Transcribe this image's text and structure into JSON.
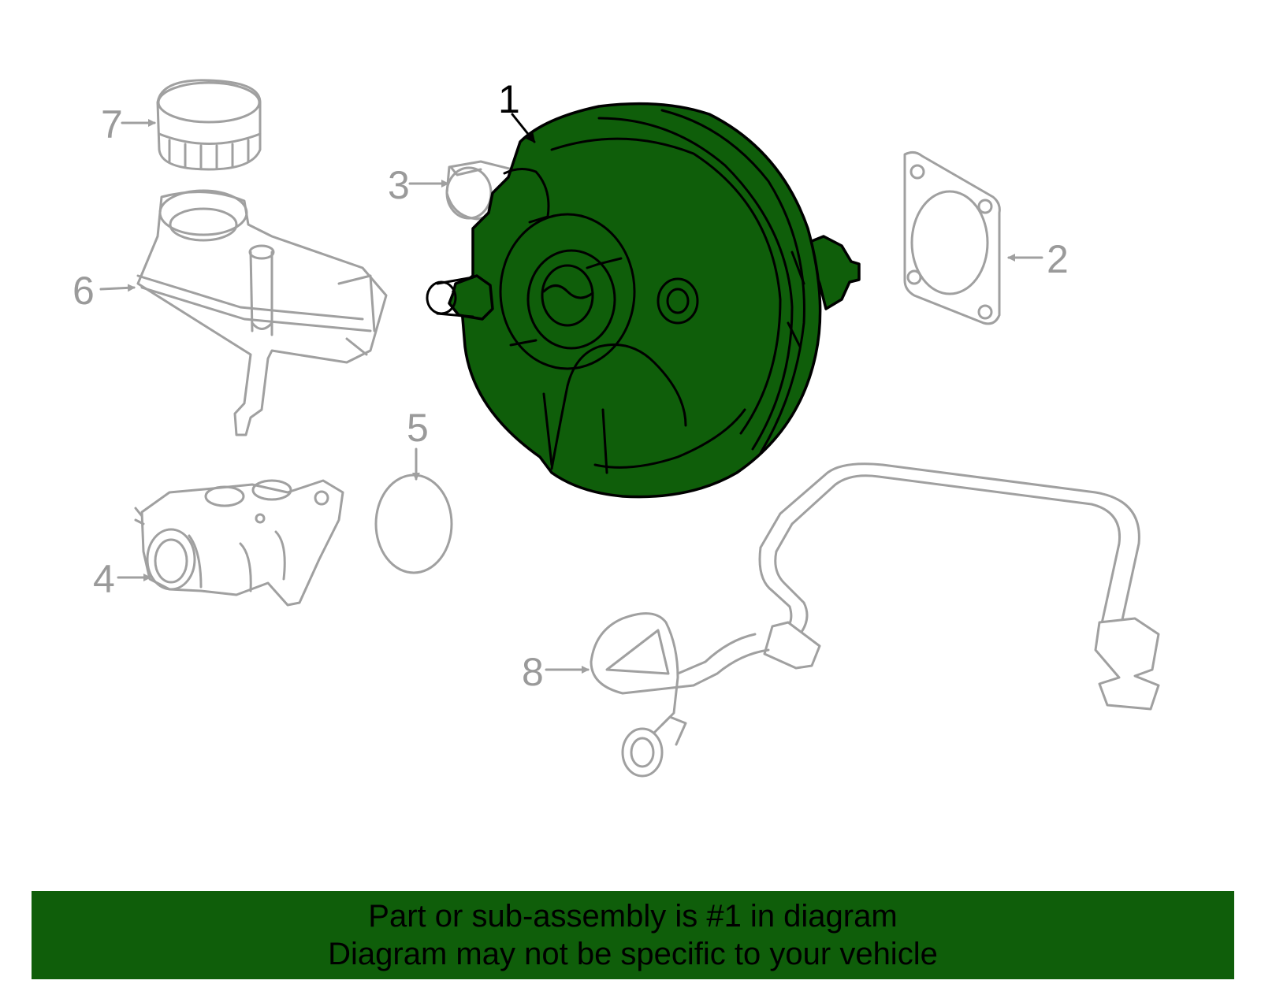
{
  "colors": {
    "highlight_part": "#0f5e0a",
    "banner_background": "#0f5e0a",
    "other_parts_line": "#a0a0a0",
    "highlight_outline": "#000000"
  },
  "callouts": {
    "c1": "1",
    "c2": "2",
    "c3": "3",
    "c4": "4",
    "c5": "5",
    "c6": "6",
    "c7": "7",
    "c8": "8"
  },
  "highlighted_callout": "1",
  "banner": {
    "line1": "Part or sub-assembly is #1 in diagram",
    "line2": "Diagram may not be specific to your vehicle"
  }
}
